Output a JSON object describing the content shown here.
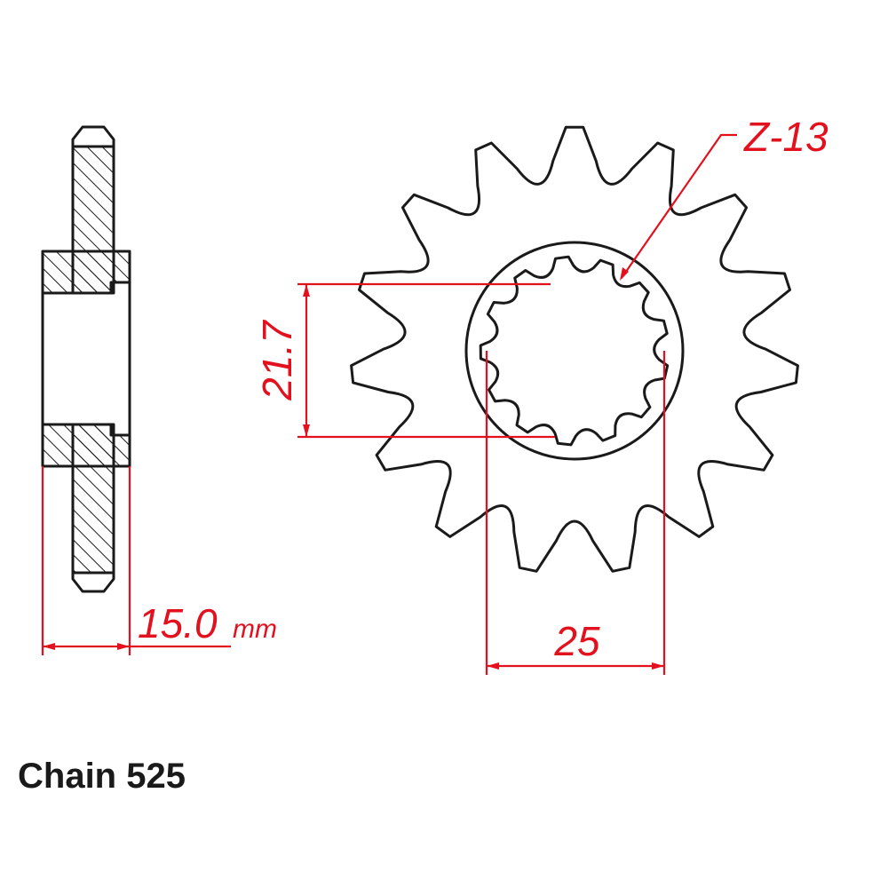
{
  "dimensions": {
    "width_value": "15.0",
    "width_unit": "mm",
    "spline_inner_diameter": "21.7",
    "spline_outer_diameter": "25",
    "spline_teeth": "Z-13"
  },
  "caption": "Chain 525",
  "sprocket_teeth": 15,
  "spline_tooth_count": 13,
  "colors": {
    "outline": "#1a1a1a",
    "dimension": "#e3101e"
  }
}
